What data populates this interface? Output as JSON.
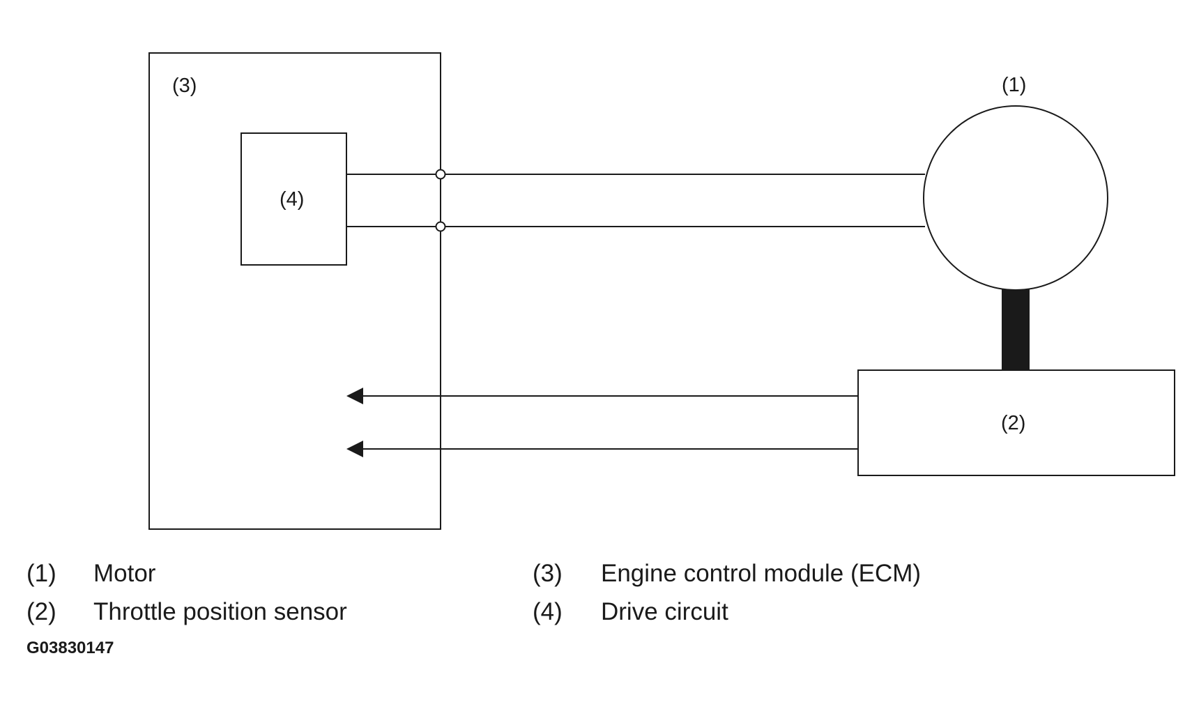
{
  "diagram": {
    "labels": {
      "motor": "(1)",
      "tps": "(2)",
      "ecm": "(3)",
      "drive": "(4)"
    },
    "line_color": "#1a1a1a"
  },
  "legend": [
    {
      "num": "(1)",
      "text": "Motor"
    },
    {
      "num": "(2)",
      "text": "Throttle position sensor"
    },
    {
      "num": "(3)",
      "text": "Engine control module (ECM)"
    },
    {
      "num": "(4)",
      "text": "Drive circuit"
    }
  ],
  "figure_code": "G03830147"
}
